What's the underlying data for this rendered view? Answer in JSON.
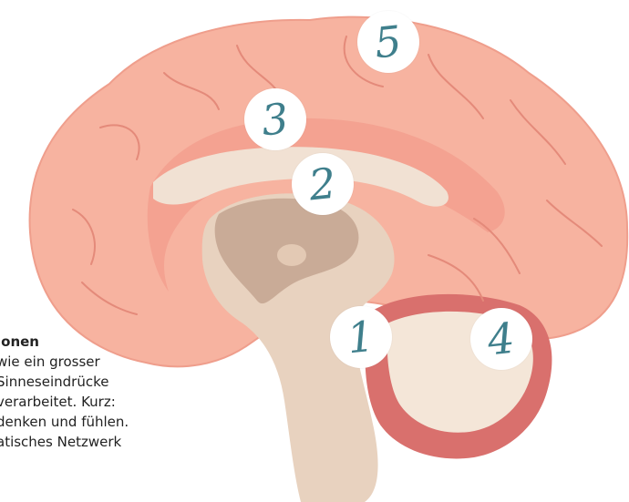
{
  "markers": [
    {
      "label": "5"
    },
    {
      "label": "3"
    },
    {
      "label": "2"
    },
    {
      "label": "1"
    },
    {
      "label": "4"
    }
  ],
  "text": {
    "heading": "ionen",
    "lines": [
      "wie ein grosser",
      "Sinneseindrücke",
      "verarbeitet. Kurz:",
      "denken und fühlen.",
      "atisches Netzwerk"
    ]
  },
  "colors": {
    "cortex": "#f7b3a0",
    "cortex_dark": "#e99484",
    "inner_band": "#f3a08f",
    "corpus": "#f1e1d3",
    "brainstem": "#e8d2bf",
    "thalamus": "#c9ab97",
    "cerebellum_outer": "#d9706d",
    "cerebellum_inner": "#f4e6d8",
    "marker_text": "#3f7f8c"
  }
}
